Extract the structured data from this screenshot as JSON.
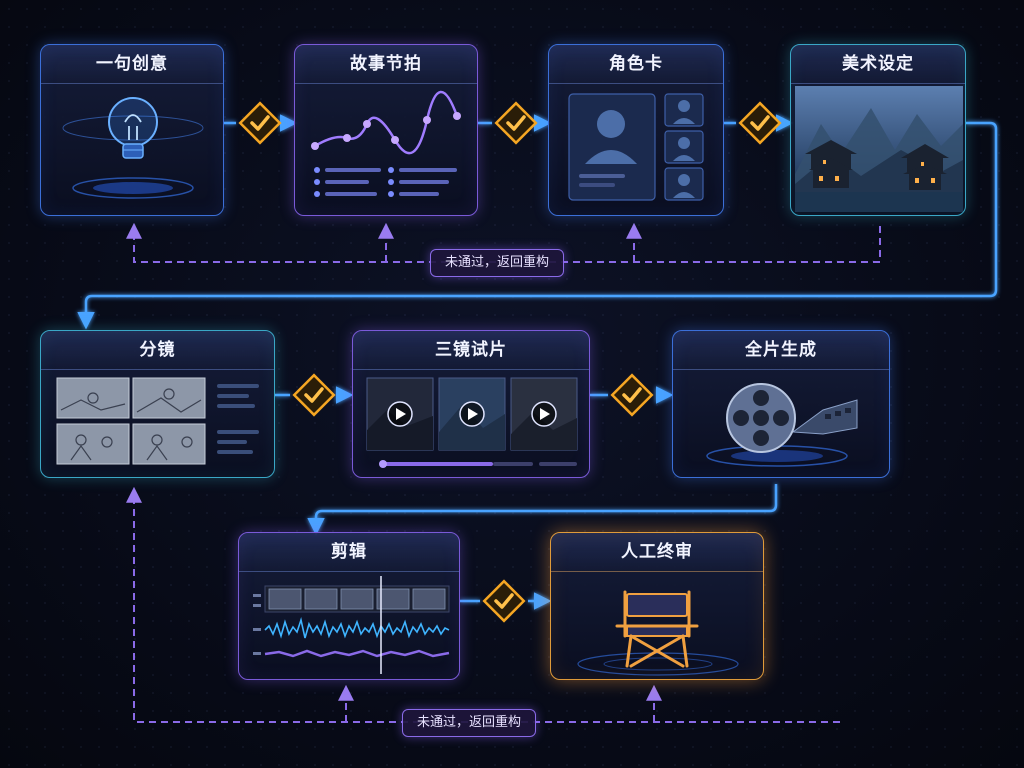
{
  "flow": {
    "idea": "一句创意",
    "story_beats": "故事节拍",
    "character_card": "角色卡",
    "art_setting": "美术设定",
    "storyboard": "分镜",
    "three_shot_test": "三镜试片",
    "full_film": "全片生成",
    "editing": "剪辑",
    "final_review": "人工终审"
  },
  "feedback": {
    "top_label": "未通过，返回重构",
    "bottom_label": "未通过，返回重构"
  },
  "colors": {
    "blue_accent": "#3b8cff",
    "purple_accent": "#8a6ae8",
    "gold_accent": "#f5a623"
  }
}
